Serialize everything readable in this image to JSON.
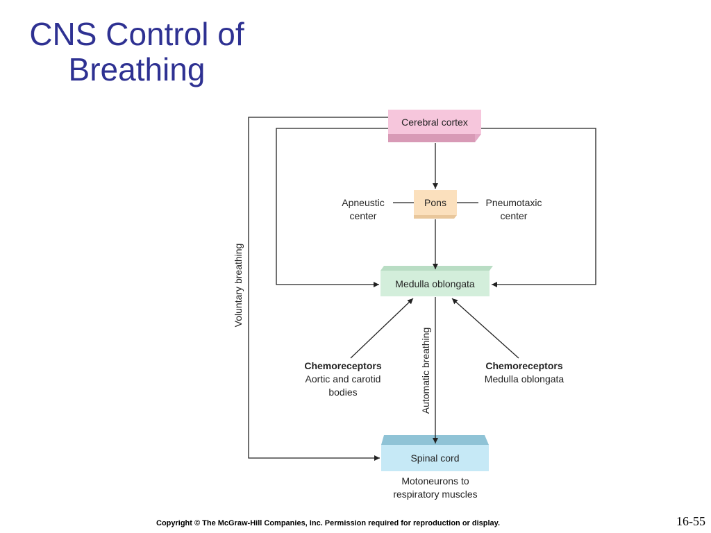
{
  "slide": {
    "title_line1": "CNS Control of",
    "title_line2": "Breathing",
    "footer": "Copyright © The McGraw-Hill Companies, Inc. Permission required for reproduction or display.",
    "page_number": "16-55"
  },
  "diagram": {
    "cerebral_cortex": "Cerebral cortex",
    "pons": "Pons",
    "apneustic_line1": "Apneustic",
    "apneustic_line2": "center",
    "pneumotaxic_line1": "Pneumotaxic",
    "pneumotaxic_line2": "center",
    "medulla": "Medulla oblongata",
    "spinal_cord": "Spinal cord",
    "motoneurons_line1": "Motoneurons to",
    "motoneurons_line2": "respiratory muscles",
    "chemo_left_title": "Chemoreceptors",
    "chemo_left_line1": "Aortic and carotid",
    "chemo_left_line2": "bodies",
    "chemo_right_title": "Chemoreceptors",
    "chemo_right_line1": "Medulla oblongata",
    "voluntary_label": "Voluntary breathing",
    "automatic_label": "Automatic breathing"
  },
  "colors": {
    "title": "#2e3192",
    "cerebral_cortex_fill": "#f6c6dc",
    "pons_fill": "#fbe0bd",
    "medulla_fill": "#d3eedb",
    "spinal_cord_fill": "#c6e9f6"
  }
}
